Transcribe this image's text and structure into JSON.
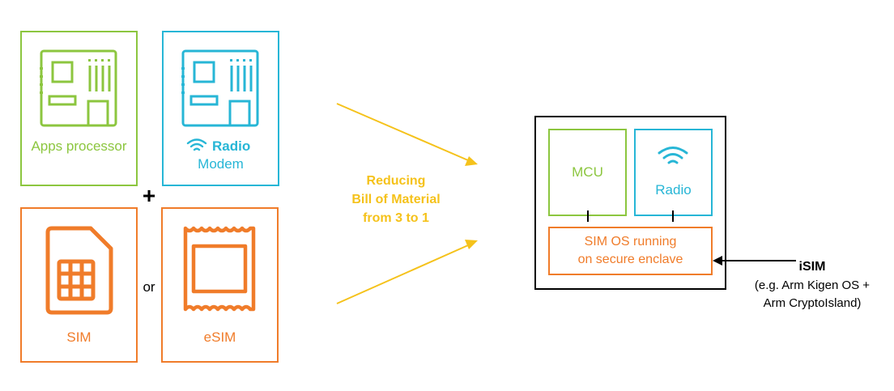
{
  "colors": {
    "green": "#8cc63f",
    "cyan": "#27b6d6",
    "orange": "#f07c2a",
    "yellow": "#f5c21b",
    "black": "#000000"
  },
  "left": {
    "apps": {
      "label": "Apps processor",
      "icon": "circuit-board-icon"
    },
    "radio": {
      "label_bold": "Radio",
      "label_sub": "Modem",
      "icon": "circuit-board-icon",
      "wifi_icon": "wifi-icon"
    },
    "plus": "+",
    "or": "or",
    "sim": {
      "label": "SIM",
      "icon": "sim-card-icon"
    },
    "esim": {
      "label": "eSIM",
      "icon": "esim-chip-icon"
    }
  },
  "middle": {
    "line1": "Reducing",
    "line2": "Bill of Material",
    "line3": "from 3 to 1"
  },
  "right": {
    "mcu": "MCU",
    "radio": "Radio",
    "simos_line1": "SIM OS running",
    "simos_line2": "on secure enclave",
    "isim_title": "iSIM",
    "isim_line1": "(e.g. Arm Kigen OS +",
    "isim_line2": "Arm CryptoIsland)"
  }
}
